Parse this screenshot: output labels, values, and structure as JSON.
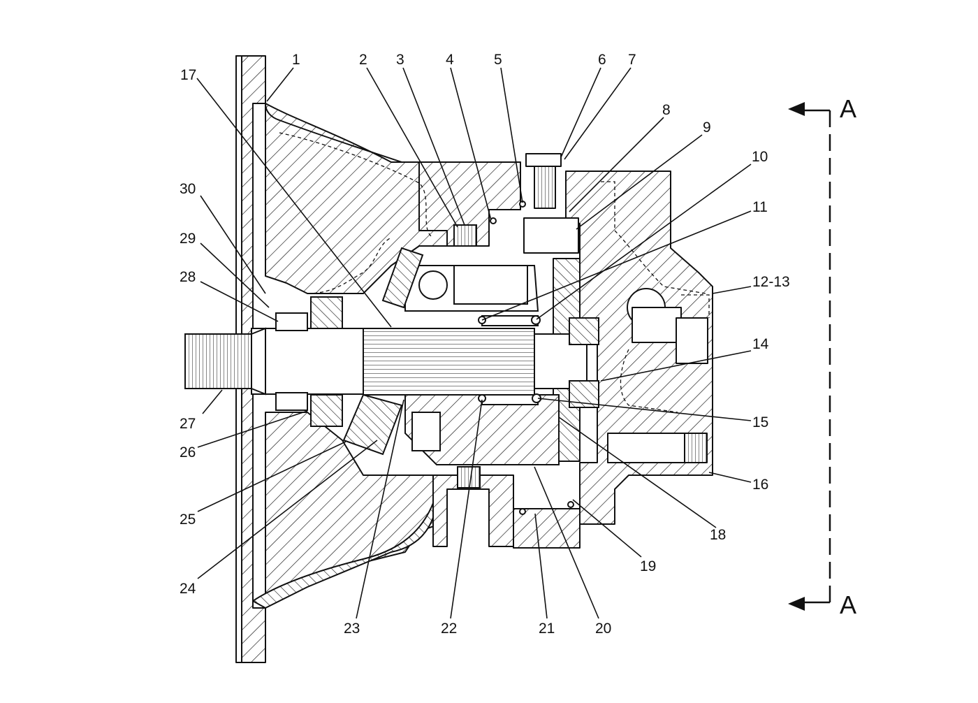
{
  "colors": {
    "ink": "#111111",
    "background": "#ffffff"
  },
  "section_label_top": "A",
  "section_label_bottom": "A",
  "callouts": {
    "c1": "1",
    "c2": "2",
    "c3": "3",
    "c4": "4",
    "c5": "5",
    "c6": "6",
    "c7": "7",
    "c8": "8",
    "c9": "9",
    "c10": "10",
    "c11": "11",
    "c12_13": "12-13",
    "c14": "14",
    "c15": "15",
    "c16": "16",
    "c17": "17",
    "c18": "18",
    "c19": "19",
    "c20": "20",
    "c21": "21",
    "c22": "22",
    "c23": "23",
    "c24": "24",
    "c25": "25",
    "c26": "26",
    "c27": "27",
    "c28": "28",
    "c29": "29",
    "c30": "30"
  }
}
